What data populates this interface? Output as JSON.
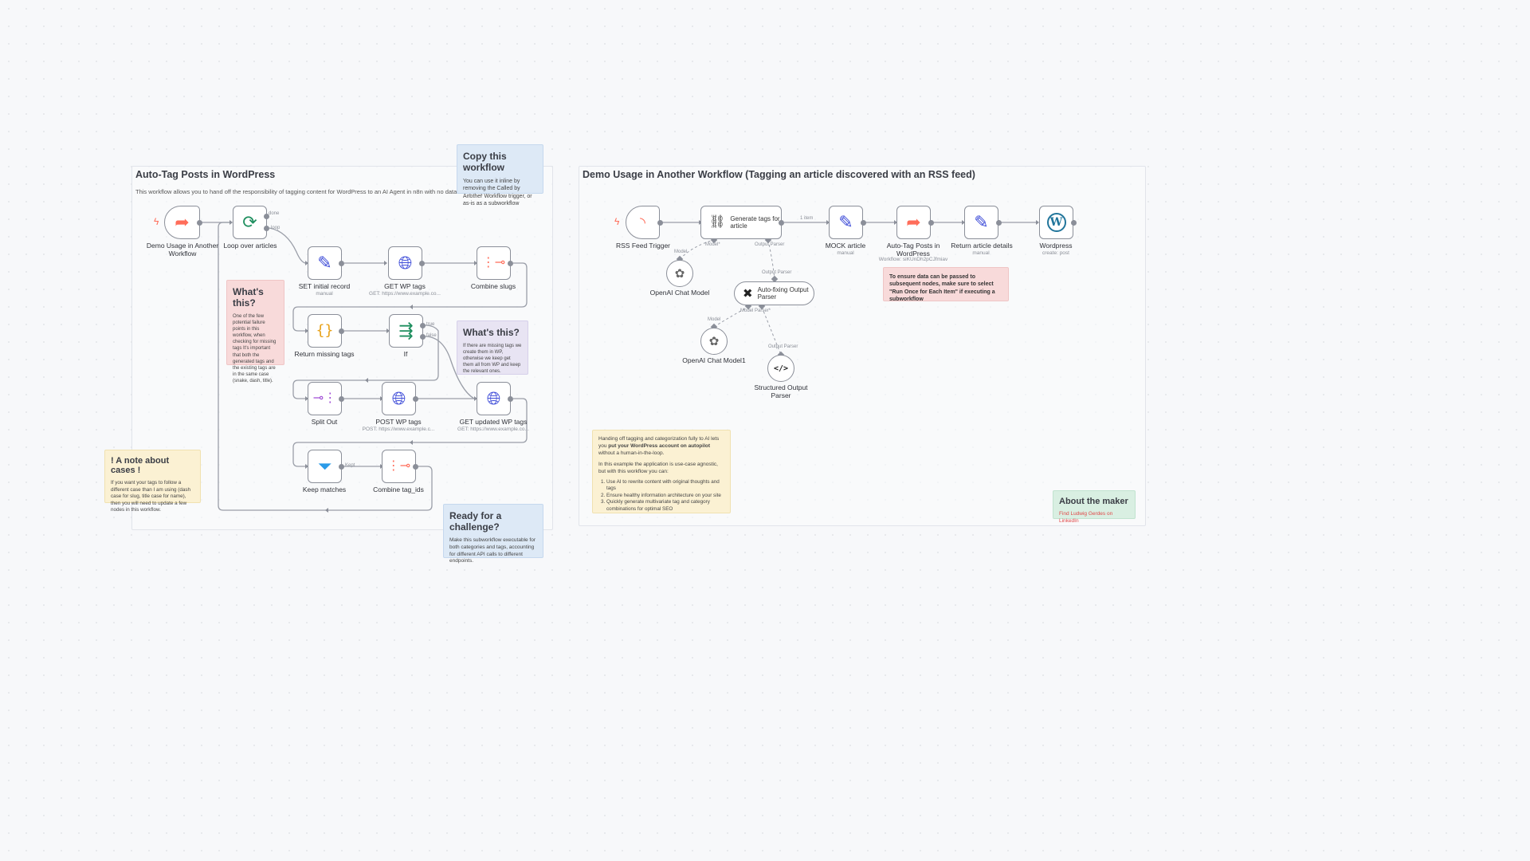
{
  "left_frame": {
    "title": "Auto-Tag Posts in WordPress",
    "subtitle": "This workflow allows you to hand off the responsibility of tagging content for WordPress to an AI Agent in n8n with no data entry required."
  },
  "right_frame": {
    "title": "Demo Usage in Another Workflow (Tagging an article discovered with an RSS feed)"
  },
  "notes": {
    "copy": {
      "title": "Copy this workflow",
      "body": "You can use it inline by removing the Called by Another Workflow trigger, or as-is as a subworkflow"
    },
    "whats1": {
      "title": "What's this?",
      "body": "One of the few potential failure points in this workflow, when checking for missing tags It's important that both the generated tags and the existing tags are in the same case (snake, dash, title)."
    },
    "whats2": {
      "title": "What's this?",
      "body": "If there are missing tags we create them in WP, otherwise we keep get them all from WP and keep the relevant ones."
    },
    "cases": {
      "title": "! A note about cases !",
      "body": "If you want your tags to follow a different case than I am using (dash case for slug, title case for name), then you will need to update a few nodes in this workflow."
    },
    "challenge": {
      "title": "Ready for a challenge?",
      "body": "Make this subworkflow executable for both categories and tags, accounting for different API calls to different endpoints."
    },
    "run_once": {
      "body": "To ensure data can be passed to subsequent nodes, make sure to select \"Run Once for Each Item\" if executing a subworkflow"
    },
    "handoff": {
      "p1a": "Handing off tagging and categorization fully to AI lets you ",
      "p1b": "put your WordPress account on autopilot",
      "p1c": " without a human-in-the-loop.",
      "p2": "In this example the application is use-case agnostic, but with this workflow you can:",
      "items": [
        "Use AI to rewrite content with original thoughts and tags",
        "Ensure healthy information architecture on your site",
        "Quickly generate multivariate tag and category combinations for optimal SEO"
      ]
    },
    "maker": {
      "title": "About the maker",
      "link": "Find Ludwig Gerdes on LinkedIn"
    }
  },
  "nodes": {
    "demo_usage": {
      "label": "Demo Usage in Another Workflow",
      "icon": "subworkflow-trigger-icon"
    },
    "loop": {
      "label": "Loop over articles",
      "icon": "loop-icon"
    },
    "set_initial": {
      "label": "SET initial record",
      "sub": "manual",
      "icon": "pencil-icon"
    },
    "get_wp_tags": {
      "label": "GET WP tags",
      "sub": "GET: https://www.example.co...",
      "icon": "globe-icon"
    },
    "combine_slugs": {
      "label": "Combine slugs",
      "icon": "aggregate-icon"
    },
    "return_missing": {
      "label": "Return missing tags",
      "icon": "code-braces-icon"
    },
    "if": {
      "label": "If",
      "icon": "if-branch-icon"
    },
    "split_out": {
      "label": "Split Out",
      "icon": "split-out-icon"
    },
    "post_wp_tags": {
      "label": "POST WP tags",
      "sub": "POST: https://www.example.c...",
      "icon": "globe-icon"
    },
    "get_updated": {
      "label": "GET updated WP tags",
      "sub": "GET: https://www.example.co...",
      "icon": "globe-icon"
    },
    "keep_matches": {
      "label": "Keep matches",
      "icon": "filter-icon"
    },
    "combine_tag_ids": {
      "label": "Combine tag_ids",
      "icon": "aggregate-icon"
    },
    "rss": {
      "label": "RSS Feed Trigger",
      "icon": "rss-icon"
    },
    "generate": {
      "label": "Generate tags for article",
      "icon": "chain-link-icon"
    },
    "mock": {
      "label": "MOCK article",
      "sub": "manual",
      "icon": "pencil-icon"
    },
    "autotag": {
      "label": "Auto-Tag Posts in WordPress",
      "sub": "Workflow: siKUnDh2pCJfmiav",
      "icon": "execute-workflow-icon"
    },
    "return_details": {
      "label": "Return article details",
      "sub": "manual",
      "icon": "pencil-icon"
    },
    "wordpress": {
      "label": "Wordpress",
      "sub": "create: post",
      "icon": "wordpress-icon"
    },
    "openai1": {
      "label": "OpenAI Chat Model",
      "icon": "openai-icon"
    },
    "autofix": {
      "label": "Auto-fixing Output Parser",
      "icon": "tools-icon"
    },
    "openai2": {
      "label": "OpenAI Chat Model1",
      "icon": "openai-icon"
    },
    "structured": {
      "label": "Structured Output Parser",
      "icon": "code-tag-icon"
    }
  },
  "edge_labels": {
    "loop_done": "done",
    "loop_loop": "loop",
    "if_true": "true",
    "if_false": "false",
    "kept": "Kept",
    "one_item": "1 item",
    "model": "Model",
    "model_req": "Model*",
    "output_parser": "Output Parser",
    "output_parser2": "Output Parser",
    "output_parser3": "Output Parser",
    "model2": "Model",
    "model_parser_req": "Model Parser*"
  },
  "colors": {
    "accent_orange": "#ff6d5a",
    "node_border": "#8b8f99",
    "pencil": "#3e4cd8",
    "globe": "#3e4cd8",
    "loop": "#1f8f5f",
    "filter": "#2b9be8"
  }
}
